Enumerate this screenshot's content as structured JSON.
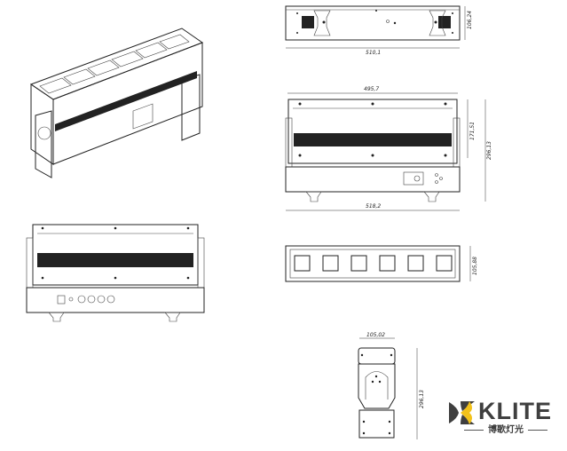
{
  "drawing": {
    "top_view": {
      "height_dim": "106,24",
      "width_dim": "510,1"
    },
    "front_view": {
      "top_width_dim": "495,7",
      "upper_height_dim": "171,51",
      "total_height_dim": "296,13",
      "base_width_dim": "518,2"
    },
    "bottom_view": {
      "depth_dim": "105,88"
    },
    "side_view": {
      "width_dim": "105,02",
      "height_dim": "296,13"
    }
  },
  "logo": {
    "text": "KLITE",
    "subtitle": "博歌灯光",
    "colors": {
      "gray": "#3f3f3f",
      "yellow": "#f2c21b"
    }
  }
}
